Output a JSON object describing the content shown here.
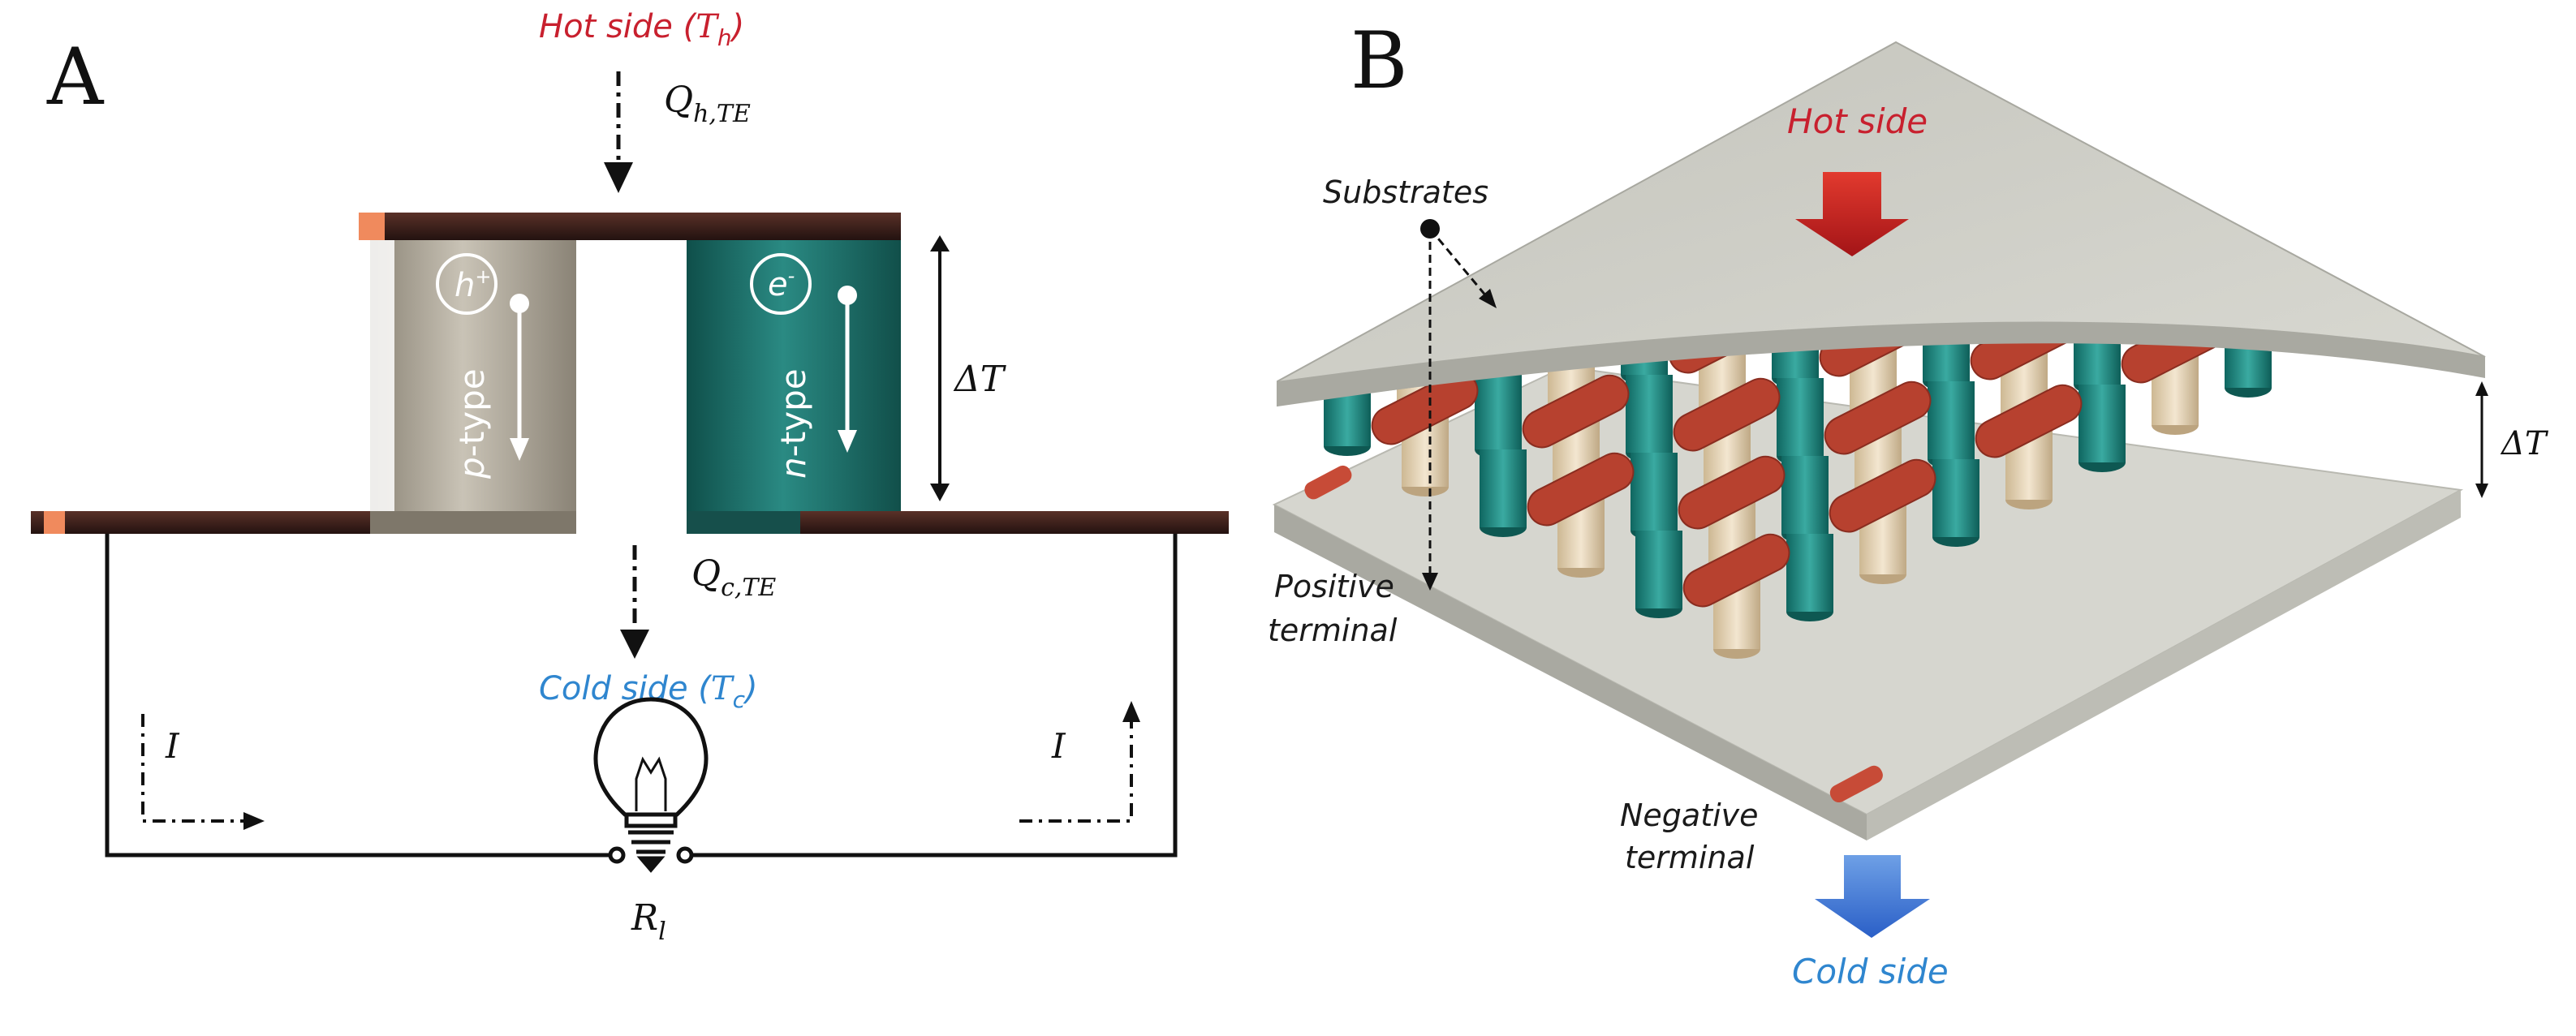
{
  "panel_a": {
    "letter": "A",
    "hot_side": "Hot side (",
    "hot_temp": "T",
    "hot_temp_sub": "h",
    "hot_close": ")",
    "heat_in": "Q",
    "heat_in_sub": "h,TE",
    "hole_symbol": "h",
    "hole_sup": "+",
    "electron_symbol": "e",
    "electron_sup": "-",
    "p_leg_prefix": "p",
    "p_leg_suffix": "-type",
    "n_leg_prefix": "n",
    "n_leg_suffix": "-type",
    "delta_t": "ΔT",
    "heat_out": "Q",
    "heat_out_sub": "c,TE",
    "cold_side": "Cold side (",
    "cold_temp": "T",
    "cold_temp_sub": "c",
    "cold_close": ")",
    "current_left": "I",
    "current_right": "I",
    "load": "R",
    "load_sub": "l"
  },
  "panel_b": {
    "letter": "B",
    "hot_side": "Hot side",
    "substrates": "Substrates",
    "delta_t": "ΔT",
    "positive_terminal_1": "Positive",
    "positive_terminal_2": "terminal",
    "negative_terminal_1": "Negative",
    "negative_terminal_2": "terminal",
    "cold_side": "Cold side"
  },
  "colors": {
    "hot": "#c8202e",
    "cold": "#2f86cf",
    "p_type": "#a59e8f",
    "n_type": "#1f7670",
    "conductor": "#3a1f1a",
    "substrate": "#cfcfc8",
    "pellet_cap": "#b7412f",
    "p_pellet": "#e6d3b6",
    "n_pellet": "#1f8e86"
  },
  "icons": [
    "light-bulb-icon",
    "down-arrow-icon",
    "hot-arrow-icon",
    "cold-arrow-icon"
  ]
}
